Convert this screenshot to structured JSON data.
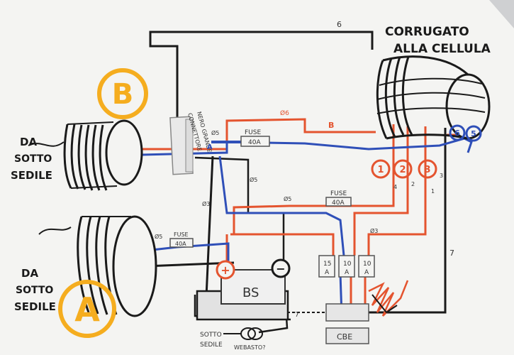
{
  "title_lines": [
    "CORRUGATO",
    "ALLA CELLULA"
  ],
  "left_top_label": [
    "DA",
    "SOTTO",
    "SEDILE"
  ],
  "left_bottom_label": [
    "DA",
    "SOTTO",
    "SEDILE"
  ],
  "badge_b": "B",
  "badge_a": "A",
  "connector_label": [
    "CONNETTORE",
    "NERO GRANDE"
  ],
  "fuse_top": {
    "label": "FUSE",
    "rating": "40A"
  },
  "fuse_mid": {
    "label": "FUSE",
    "rating": "40A"
  },
  "fuse_left": {
    "label": "FUSE",
    "rating": "40A"
  },
  "battery_label": "BS",
  "battery_plus": "+",
  "battery_minus": "−",
  "cbe_label": "CBE",
  "cbe_fuses": [
    {
      "top": "15",
      "bottom": "A"
    },
    {
      "top": "10",
      "bottom": "A"
    },
    {
      "top": "10",
      "bottom": "A"
    }
  ],
  "circles_red": [
    "1",
    "2",
    "3"
  ],
  "circles_blue": [
    "6",
    "5"
  ],
  "wire_labels": {
    "six": "6",
    "seven": "7",
    "seven_b": "7",
    "b_red": "B",
    "a_blue": "A",
    "phi6": "Ø6",
    "phi5": "Ø5",
    "phi5_left": "Ø5",
    "phi5_mid": "Ø5",
    "phi5_vert": "Ø5",
    "phi3": "Ø3",
    "phi3_b": "Ø3",
    "n4": "4",
    "n2": "2",
    "n3": "3",
    "n1": "1"
  },
  "bottom_label": [
    "SOTTO",
    "SEDILE"
  ],
  "webasto_label": "WEBASTO?",
  "colors": {
    "red": "#e4542f",
    "blue": "#2f4fb8",
    "black": "#1a1a1a",
    "yellow": "#f5ad1f",
    "paper": "#f4f4f2"
  }
}
